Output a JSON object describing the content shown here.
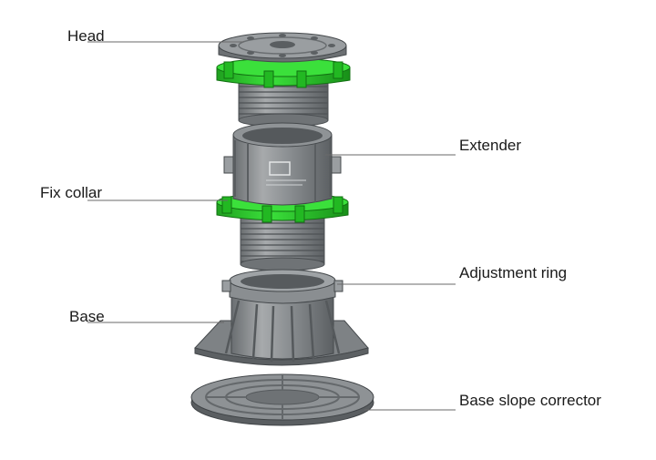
{
  "labels": {
    "head": "Head",
    "extender": "Extender",
    "fix_collar": "Fix collar",
    "adjustment_ring": "Adjustment ring",
    "base": "Base",
    "base_slope_corrector": "Base slope corrector"
  },
  "colors": {
    "body": "#8a8e91",
    "body_dark": "#5f6366",
    "body_light": "#b3b6b8",
    "collar_green": "#2bd12b",
    "leader": "#6a6a6a"
  }
}
